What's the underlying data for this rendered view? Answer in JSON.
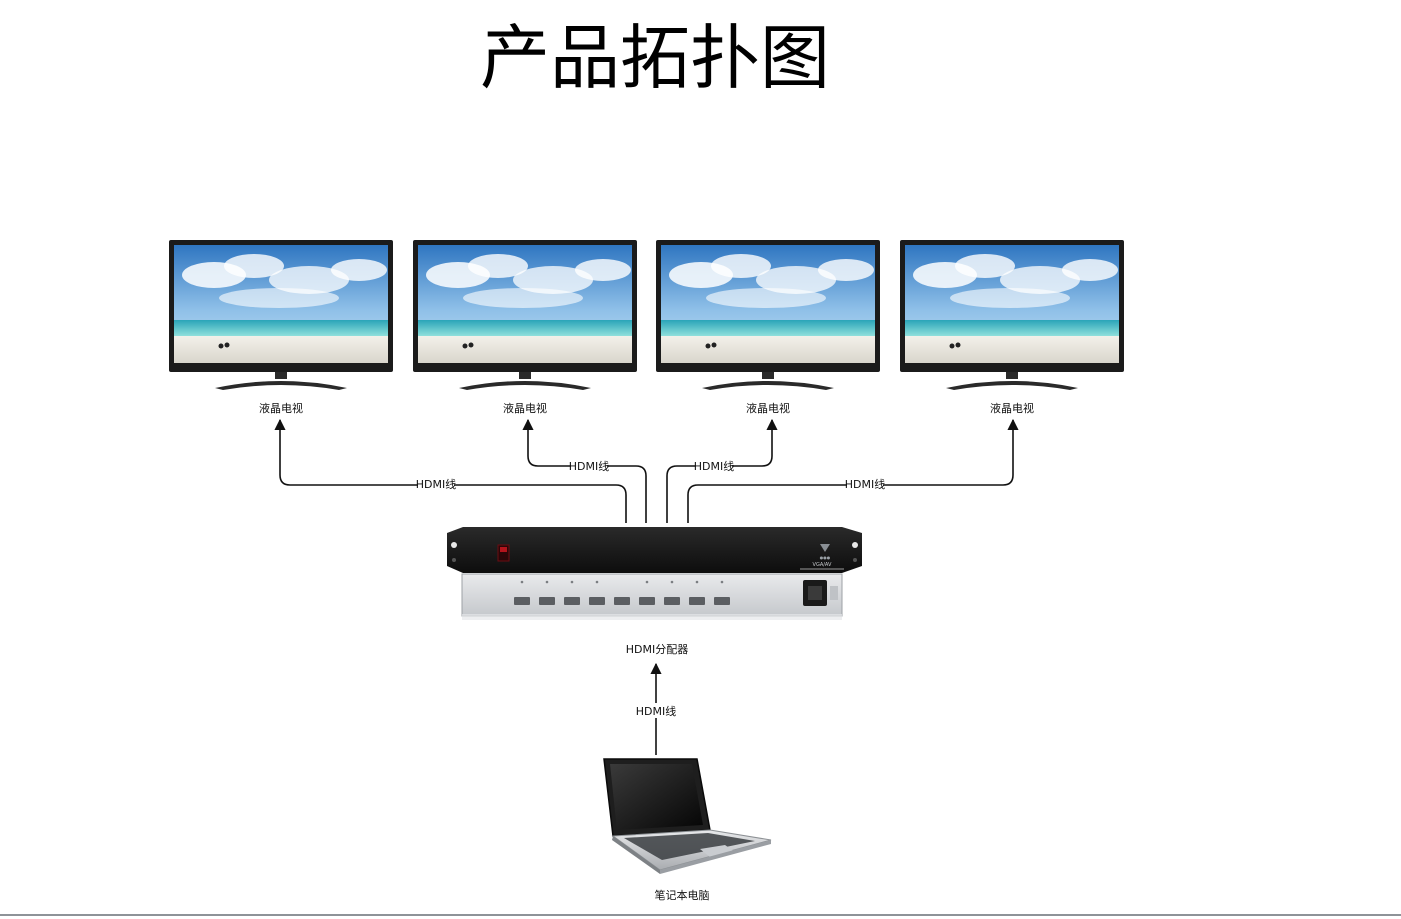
{
  "title": "产品拓扑图",
  "displays": [
    {
      "label": "液晶电视"
    },
    {
      "label": "液晶电视"
    },
    {
      "label": "液晶电视"
    },
    {
      "label": "液晶电视"
    }
  ],
  "links": {
    "outer_left": "HDMI线",
    "inner_left": "HDMI线",
    "inner_right": "HDMI线",
    "outer_right": "HDMI线",
    "input": "HDMI线"
  },
  "splitter": {
    "label": "HDMI分配器",
    "panel_brand": "VGA/AV"
  },
  "source": {
    "label": "笔记本电脑"
  },
  "colors": {
    "line": "#111111",
    "device_front": "#141414",
    "device_back": "#d5d7da",
    "tv_frame": "#1b1b1b",
    "sky": "#4a8fd0",
    "sea": "#57c4c8",
    "sand": "#e9e6dd"
  }
}
